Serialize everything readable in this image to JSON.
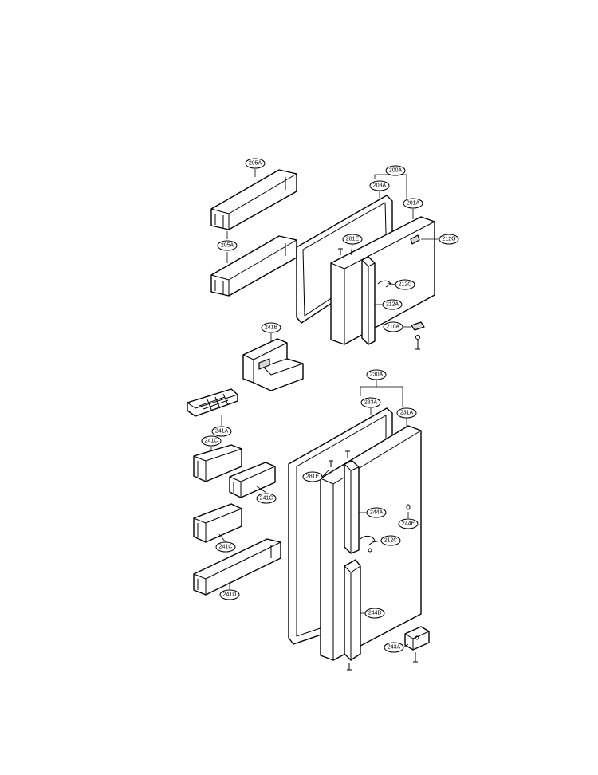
{
  "labels": {
    "p205a_top": "205A",
    "p205a_bot": "205A",
    "p200a": "200A",
    "p203a": "203A",
    "p201a": "201A",
    "p281e_top": "281E",
    "p212g": "212G",
    "p212c_top": "212C",
    "p212a": "212A",
    "p210a": "210A",
    "p241b": "241B",
    "p241a": "241A",
    "p241c_1": "241C",
    "p241c_2": "241C",
    "p241c_3": "241C",
    "p241d": "241D",
    "p230a": "230A",
    "p233a": "233A",
    "p231a": "231A",
    "p281e_bot": "281E",
    "p244a": "244A",
    "p244e": "244E",
    "p212c_bot": "212C",
    "p244b": "244B",
    "p243a": "243A"
  }
}
